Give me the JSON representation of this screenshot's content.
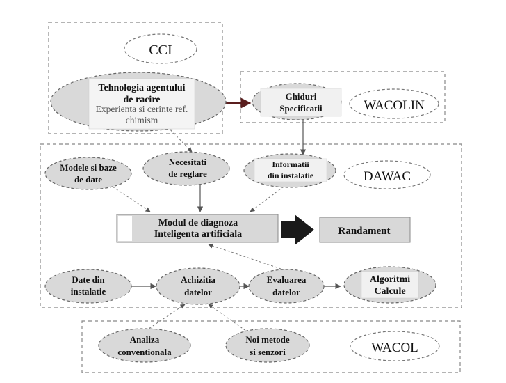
{
  "groups": {
    "cci": {
      "title": "CCI"
    },
    "wacolin": {
      "title": "WACOLIN"
    },
    "dawac": {
      "title": "DAWAC"
    },
    "wacol": {
      "title": "WACOL"
    }
  },
  "nodes": {
    "tehnologia": {
      "line1": "Tehnologia agentului",
      "line2": "de racire",
      "line3": "Experienta si cerinte ref.",
      "line4": "chimism"
    },
    "ghiduri": {
      "line1": "Ghiduri",
      "line2": "Specificatii"
    },
    "modele": {
      "line1": "Modele si baze",
      "line2": "de  date"
    },
    "necesitati": {
      "line1": "Necesitati",
      "line2": "de reglare"
    },
    "informatii": {
      "line1": "Informatii",
      "line2": "din instalatie"
    },
    "modul": {
      "line1": "Modul de diagnoza",
      "line2": "Inteligenta artificiala"
    },
    "randament": {
      "line1": "Randament"
    },
    "date": {
      "line1": "Date din",
      "line2": "instalatie"
    },
    "achizitia": {
      "line1": "Achizitia",
      "line2": "datelor"
    },
    "evaluarea": {
      "line1": "Evaluarea",
      "line2": "datelor"
    },
    "algoritmi": {
      "line1": "Algoritmi",
      "line2": "Calcule"
    },
    "analiza": {
      "line1": "Analiza",
      "line2": "conventionala"
    },
    "noi": {
      "line1": "Noi metode",
      "line2": "si senzori"
    }
  }
}
